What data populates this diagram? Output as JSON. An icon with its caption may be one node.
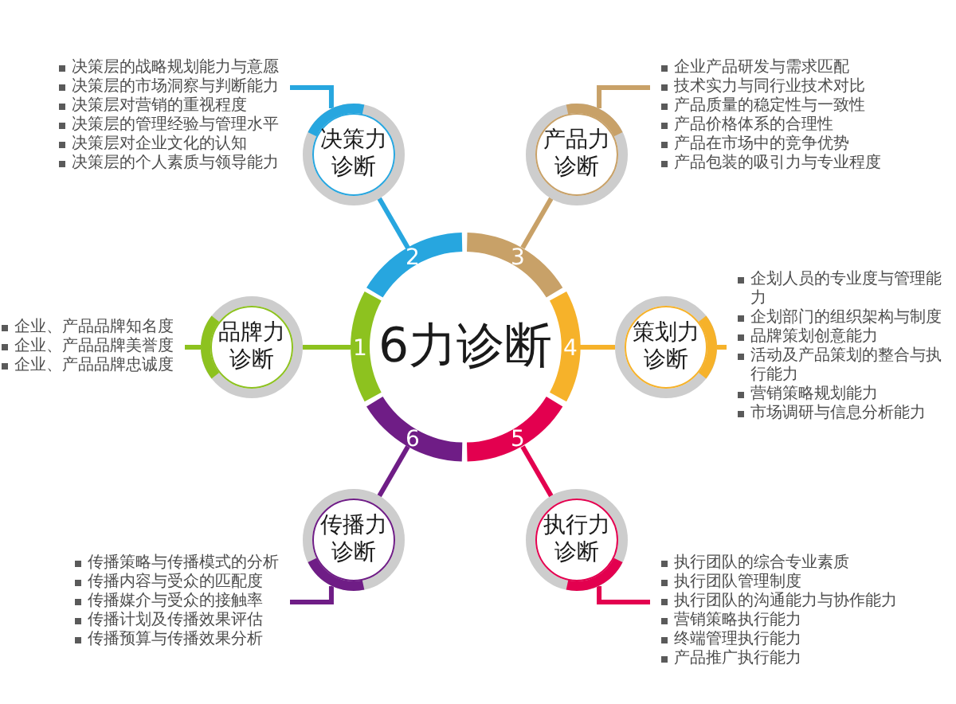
{
  "diagram": {
    "nodes": [
      {
        "text": [
          "6力诊断"
        ]
      },
      {
        "text": [
          "1"
        ]
      },
      {
        "text": [
          "2"
        ]
      },
      {
        "text": [
          "3"
        ]
      },
      {
        "text": [
          "4"
        ]
      },
      {
        "text": [
          "5"
        ]
      },
      {
        "text": [
          "6"
        ]
      },
      {
        "text": [
          "品牌力诊断"
        ]
      },
      {
        "text": [
          "决策力诊断"
        ]
      },
      {
        "text": [
          "产品力诊断"
        ]
      },
      {
        "text": [
          "策划力诊断"
        ]
      },
      {
        "text": [
          "执行力诊断"
        ]
      },
      {
        "text": [
          "传播力诊断"
        ]
      },
      {
        "text": [
          "企业、产品品牌知名度",
          "企业、产品品牌美誉度",
          "企业、产品品牌忠诚度"
        ]
      },
      {
        "text": [
          "决策层的战略规划能力与意愿",
          "决策层的市场洞察与判断能力",
          "决策层对营销的重视程度",
          "决策层的管理经验与管理水平",
          "决策层对企业文化的认知",
          "决策层的个人素质与领导能力"
        ]
      },
      {
        "text": [
          "企业产品研发与需求匹配",
          "技术实力与同行业技术对比",
          "产品质量的稳定性与一致性",
          "产品价格体系的合理性",
          "产品在市场中的竞争优势",
          "产品包装的吸引力与专业程度"
        ]
      },
      {
        "text": [
          "企划人员的专业度与管理能力",
          "企划部门的组织架构与制度",
          "品牌策划创意能力",
          "活动及产品策划的整合与执行能力",
          "营销策略规划能力",
          "市场调研与信息分析能力"
        ]
      },
      {
        "text": [
          "执行团队的综合专业素质",
          "执行团队管理制度",
          "执行团队的沟通能力与协作能力",
          "营销策略执行能力",
          "终端管理执行能力",
          "产品推广执行能力"
        ]
      },
      {
        "text": [
          "传播策略与传播模式的分析",
          "传播内容与受众的匹配度",
          "传播媒介与受众的接触率",
          "传播计划及传播效果评估",
          "传播预算与传播效果分析"
        ]
      }
    ],
    "edges": [
      {
        "from": 1,
        "to": 7,
        "arrow": "none",
        "color": "#8dc21f"
      },
      {
        "from": 2,
        "to": 8,
        "arrow": "none",
        "color": "#27a6df"
      },
      {
        "from": 3,
        "to": 9,
        "arrow": "none",
        "color": "#c8a168"
      },
      {
        "from": 4,
        "to": 10,
        "arrow": "none",
        "color": "#f6b22a"
      },
      {
        "from": 5,
        "to": 11,
        "arrow": "none",
        "color": "#e3004f"
      },
      {
        "from": 6,
        "to": 12,
        "arrow": "none",
        "color": "#6f1d86"
      },
      {
        "from": 7,
        "to": 13,
        "arrow": "none",
        "color": "#8dc21f"
      },
      {
        "from": 8,
        "to": 14,
        "arrow": "none",
        "color": "#27a6df"
      },
      {
        "from": 9,
        "to": 15,
        "arrow": "none",
        "color": "#c8a168"
      },
      {
        "from": 10,
        "to": 16,
        "arrow": "none",
        "color": "#f6b22a"
      },
      {
        "from": 11,
        "to": 17,
        "arrow": "none",
        "color": "#e3004f"
      },
      {
        "from": 12,
        "to": 18,
        "arrow": "none",
        "color": "#6f1d86"
      }
    ]
  }
}
